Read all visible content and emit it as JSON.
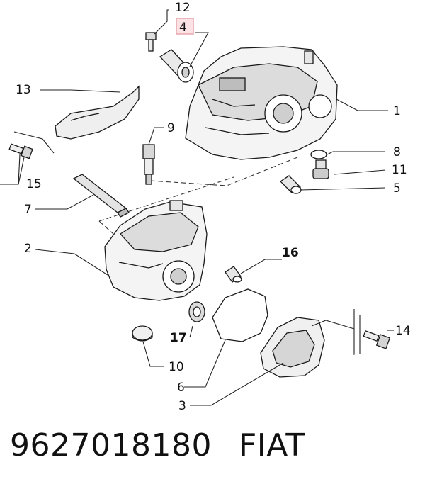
{
  "diagram": {
    "callouts": {
      "c1": "1",
      "c2": "2",
      "c3": "3",
      "c4": "4",
      "c5": "5",
      "c6": "6",
      "c7": "7",
      "c8": "8",
      "c9": "9",
      "c10": "10",
      "c11": "11",
      "c12": "12",
      "c13": "13",
      "c14": "14",
      "c15": "15",
      "c16": "16",
      "c17": "17"
    },
    "highlight_color": "#e8a6ad"
  },
  "footer": {
    "part_number": "9627018180",
    "brand": "FIAT"
  }
}
